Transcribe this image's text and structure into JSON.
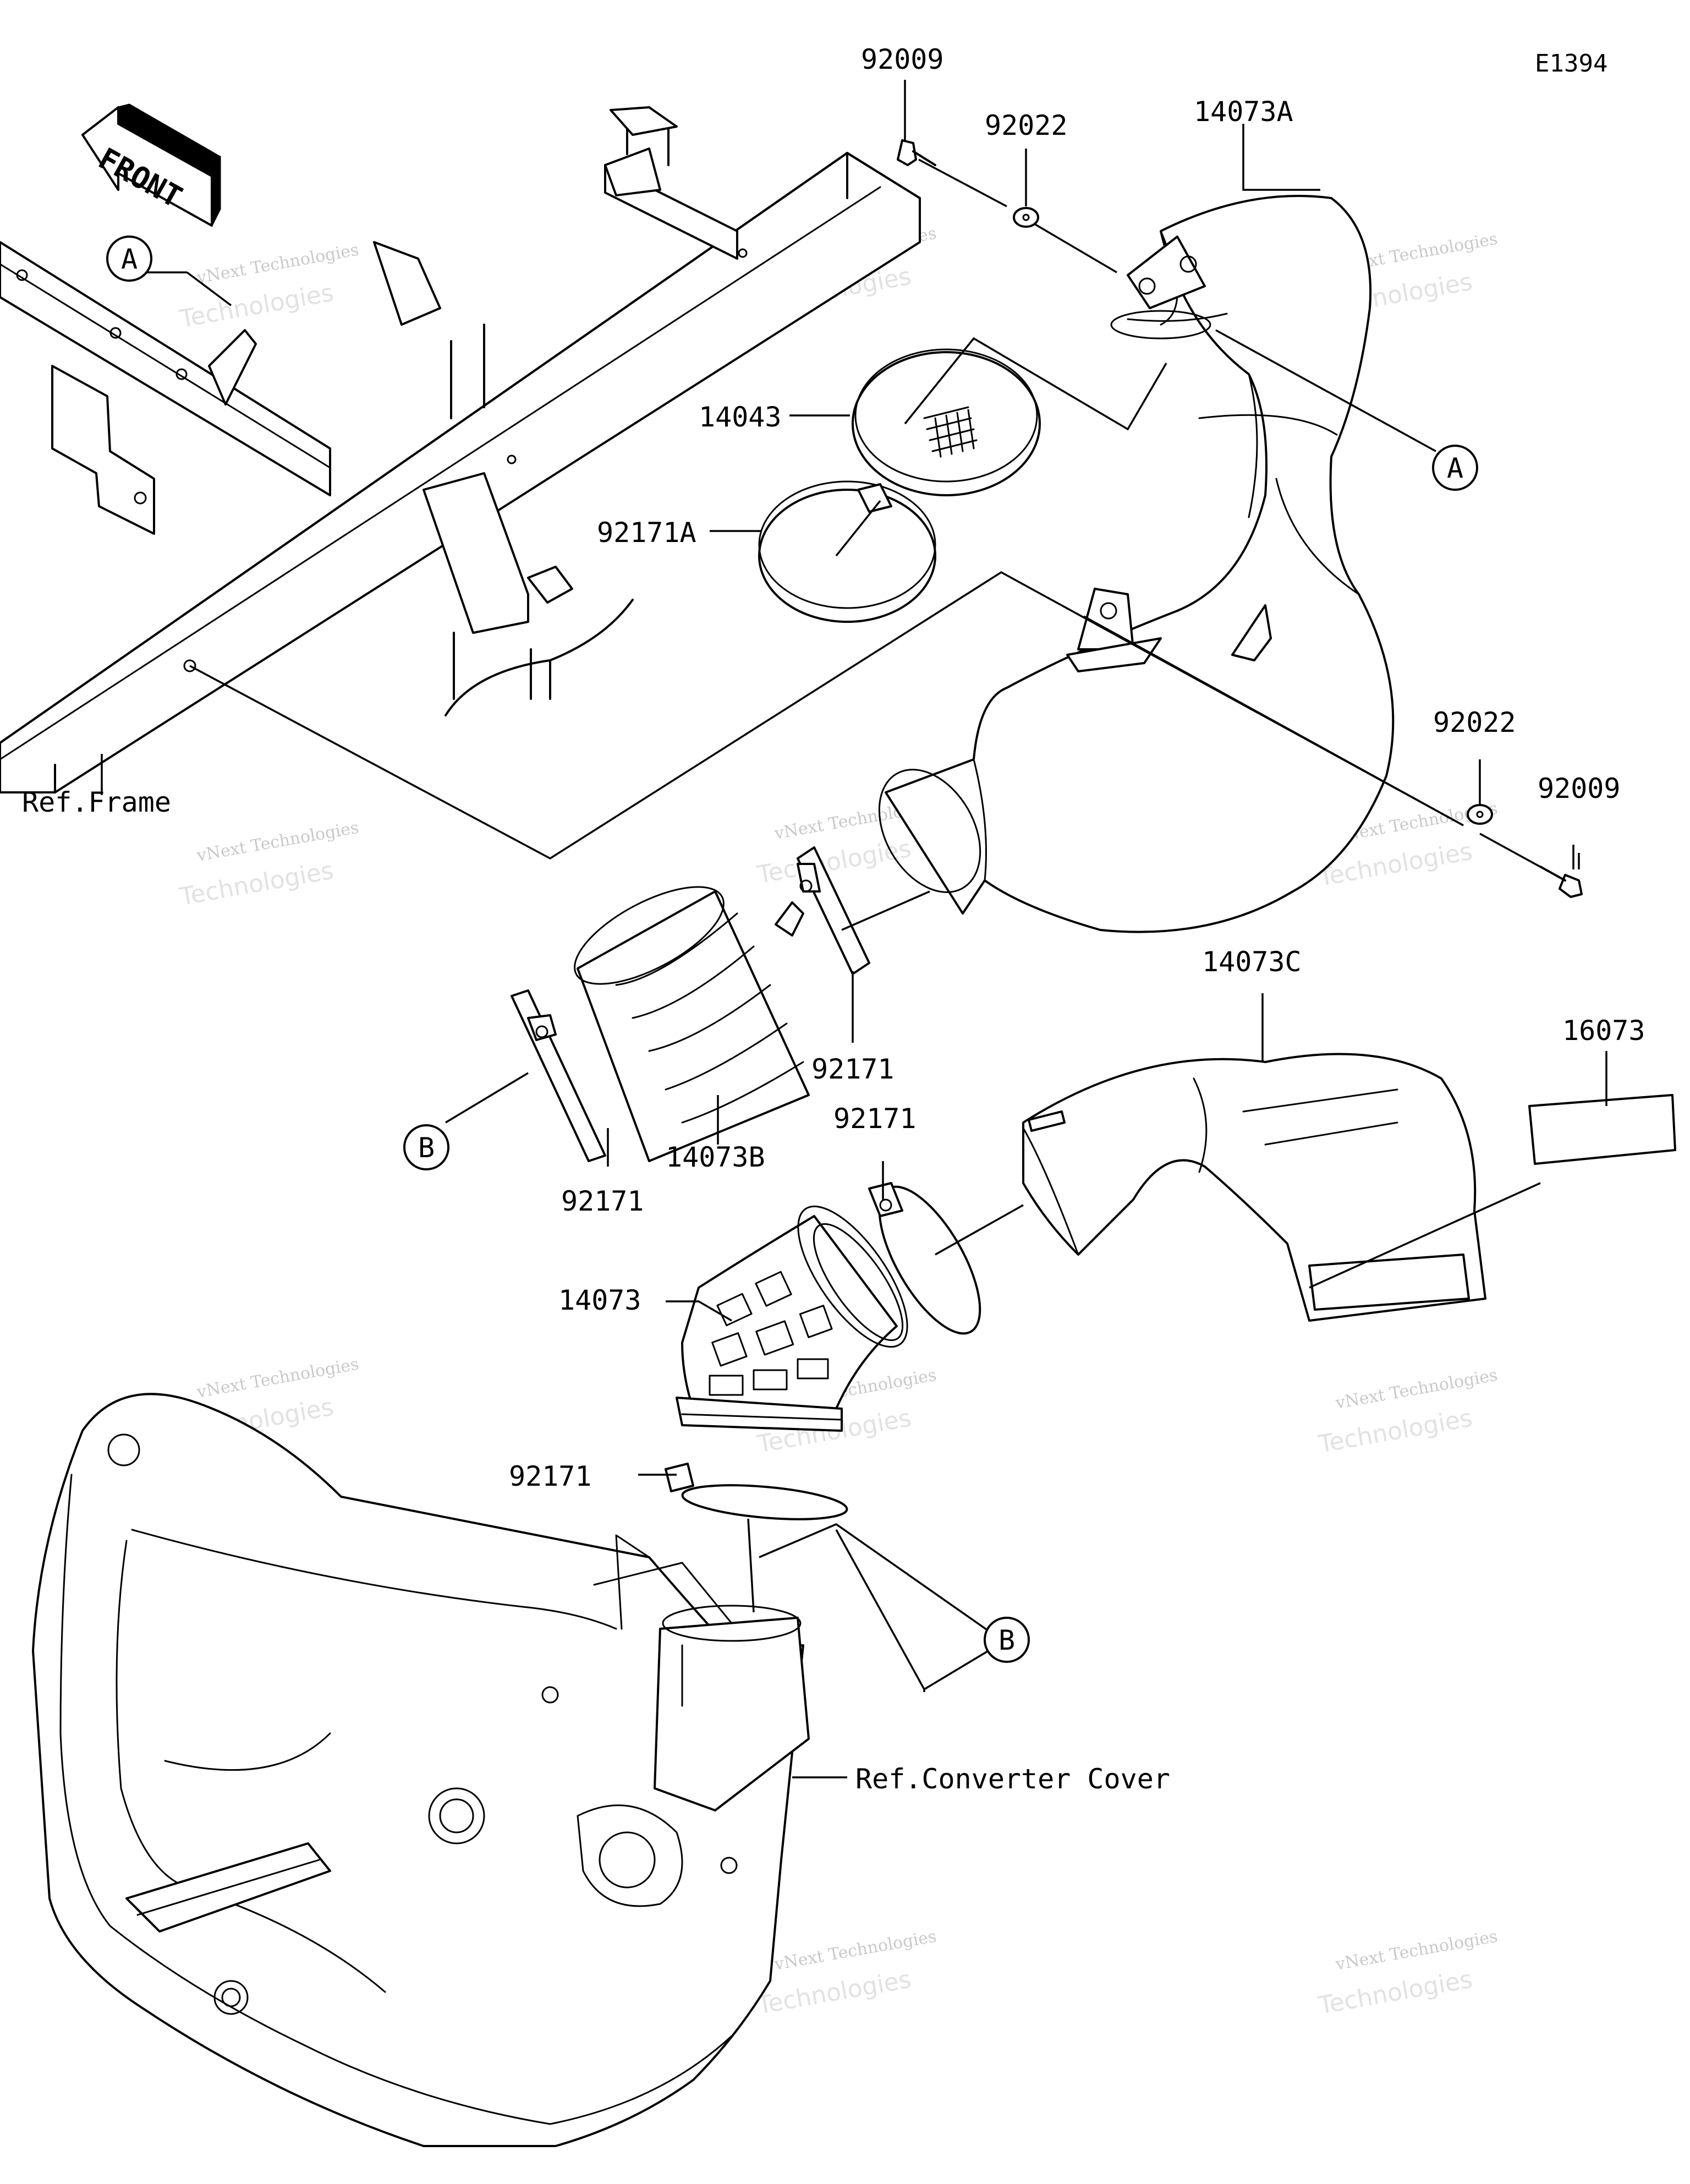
{
  "diagram": {
    "code": "E1394",
    "direction_label": "FRONT",
    "callouts": {
      "a": "A",
      "b": "B"
    },
    "part_labels": {
      "p92009_top": "92009",
      "p92022_top": "92022",
      "p14073A": "14073A",
      "p14043": "14043",
      "p92171A": "92171A",
      "p92022_right": "92022",
      "p92009_right": "92009",
      "p14073C": "14073C",
      "p16073": "16073",
      "p92171_upper": "92171",
      "p92171_mid": "92171",
      "p92171_left": "92171",
      "p14073B": "14073B",
      "p14073": "14073",
      "p92171_bottom": "92171"
    },
    "references": {
      "frame": "Ref.Frame",
      "converter_cover": "Ref.Converter Cover"
    },
    "watermark": {
      "line1": "vNext Technologies",
      "line2": "Technologies"
    }
  }
}
